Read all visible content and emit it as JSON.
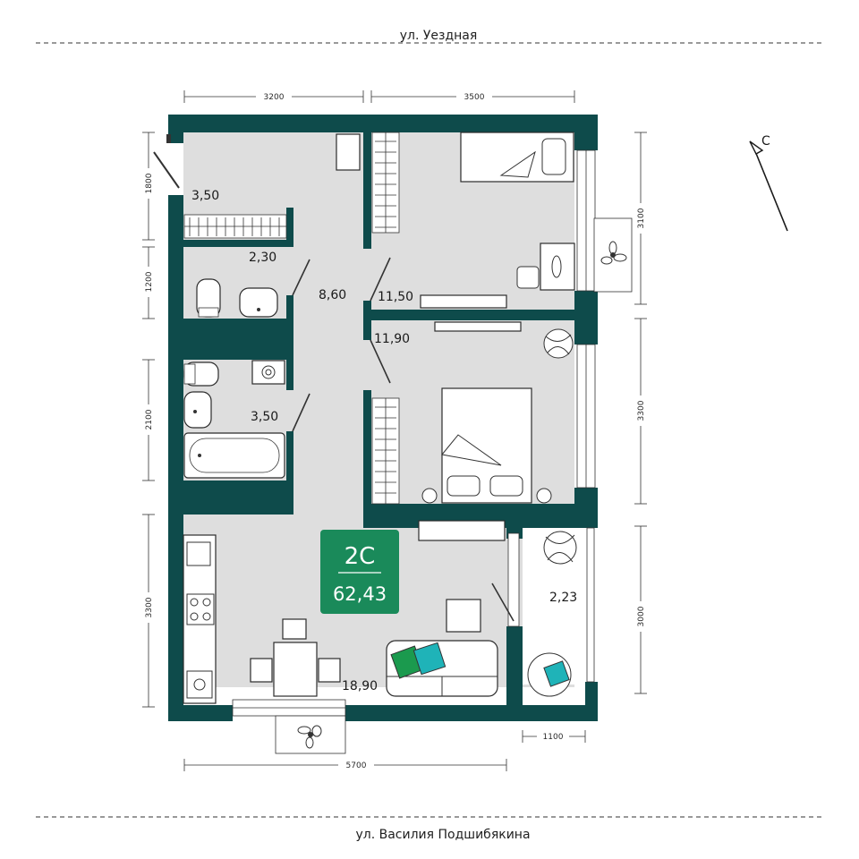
{
  "streets": {
    "top": "ул. Уездная",
    "bottom": "ул. Василия Подшибякина"
  },
  "compass": {
    "label": "С"
  },
  "badge": {
    "type": "2С",
    "total_area": "62,43"
  },
  "dimensions": {
    "top_left": "3200",
    "top_right": "3500",
    "left_1": "1800",
    "left_2": "1200",
    "left_3": "2100",
    "left_4": "3300",
    "right_1": "3100",
    "right_2": "3300",
    "right_3": "3000",
    "bottom_main": "5700",
    "bottom_balcony": "1100"
  },
  "rooms": {
    "wardrobe": "3,50",
    "wc": "2,30",
    "hall": "8,60",
    "bedroom_1": "11,50",
    "bedroom_2": "11,90",
    "bathroom": "3,50",
    "kitchen_living": "18,90",
    "balcony": "2,23"
  },
  "colors": {
    "wall": "#0e4b4b",
    "floor": "#dedede",
    "badge": "#1a8a5a",
    "pillow_green": "#1b9a4e",
    "pillow_teal": "#1fb3b8"
  }
}
